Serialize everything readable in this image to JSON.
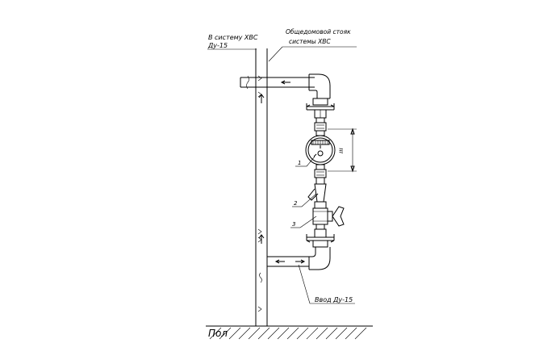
{
  "labels": {
    "to_cold_water_system": "В систему ХВС",
    "to_cold_water_size": "Ду-15",
    "riser_line1": "Общедомовой стояк",
    "riser_line2": "системы ХВС",
    "inlet": "Ввод Ду-15",
    "floor": "Пол",
    "dimension_mark": "ııı",
    "callout_1": "1",
    "callout_2": "2",
    "callout_3": "3"
  }
}
